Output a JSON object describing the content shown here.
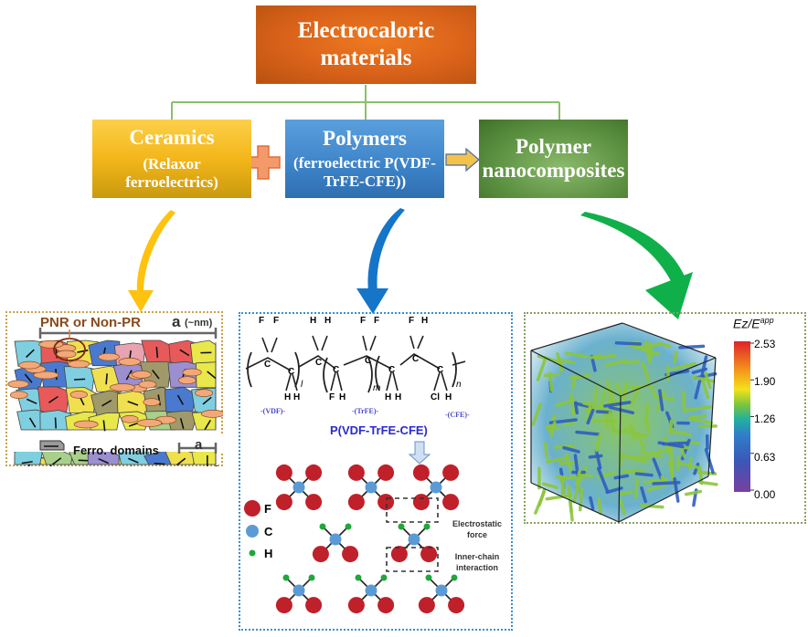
{
  "title_box": {
    "line1": "Electrocaloric",
    "line2": "materials",
    "color": "#e06a1c"
  },
  "categories": {
    "ceramics": {
      "title": "Ceramics",
      "sub1": "(Relaxor",
      "sub2": "ferroelectrics)",
      "color": "#f4b61a"
    },
    "polymers": {
      "title": "Polymers",
      "sub1": "(ferroelectric P(VDF-",
      "sub2": "TrFE-CFE))",
      "color": "#3d83c8"
    },
    "nanocomposites": {
      "title1": "Polymer",
      "title2": "nanocomposites",
      "color": "#5e9343"
    }
  },
  "connectors": {
    "plus_symbol": "+",
    "arrow_right": "⇨",
    "line_color": "#8bc06a"
  },
  "ceramics_panel": {
    "pnr_label": "PNR or Non-PR",
    "scale_label_top": "a",
    "scale_unit_top": "(~nm)",
    "ferro_label": "Ferro. domains",
    "scale_label_bottom": "a"
  },
  "polymers_panel": {
    "vdf_unit": {
      "top": [
        "F",
        "F"
      ],
      "bottom": [
        "H",
        "H"
      ],
      "subscript": "l",
      "label": "-(VDF)-"
    },
    "link_unit": {
      "top": [
        "H",
        "H"
      ]
    },
    "trfe_unit": {
      "top": [
        "F",
        "F"
      ],
      "bottom": [
        "F",
        "H"
      ],
      "subscript": "m",
      "label": "-(TrFE)-"
    },
    "link_unit2": {
      "bottom": [
        "H",
        "H"
      ]
    },
    "cfe_unit": {
      "top": [
        "F",
        "H"
      ],
      "bottom": [
        "Cl",
        "H"
      ],
      "subscript": "n",
      "label": "-(CFE)-"
    },
    "carbon": "C",
    "copolymer_name": "P(VDF-TrFE-CFE)",
    "legend": [
      {
        "symbol": "F",
        "color": "#c0202a"
      },
      {
        "symbol": "C",
        "color": "#5b9bd5"
      },
      {
        "symbol": "H",
        "color": "#1fa83a"
      }
    ],
    "annotation_electrostatic": [
      "Electrostatic",
      "force"
    ],
    "annotation_inner_chain": [
      "Inner-chain",
      "interaction"
    ]
  },
  "nano_panel": {
    "colorbar_title_main": "Ez/E",
    "colorbar_title_sup": "app",
    "colorbar_ticks": [
      "2.53",
      "1.90",
      "1.26",
      "0.63",
      "0.00"
    ],
    "colorbar_range": [
      0.0,
      2.53
    ]
  }
}
